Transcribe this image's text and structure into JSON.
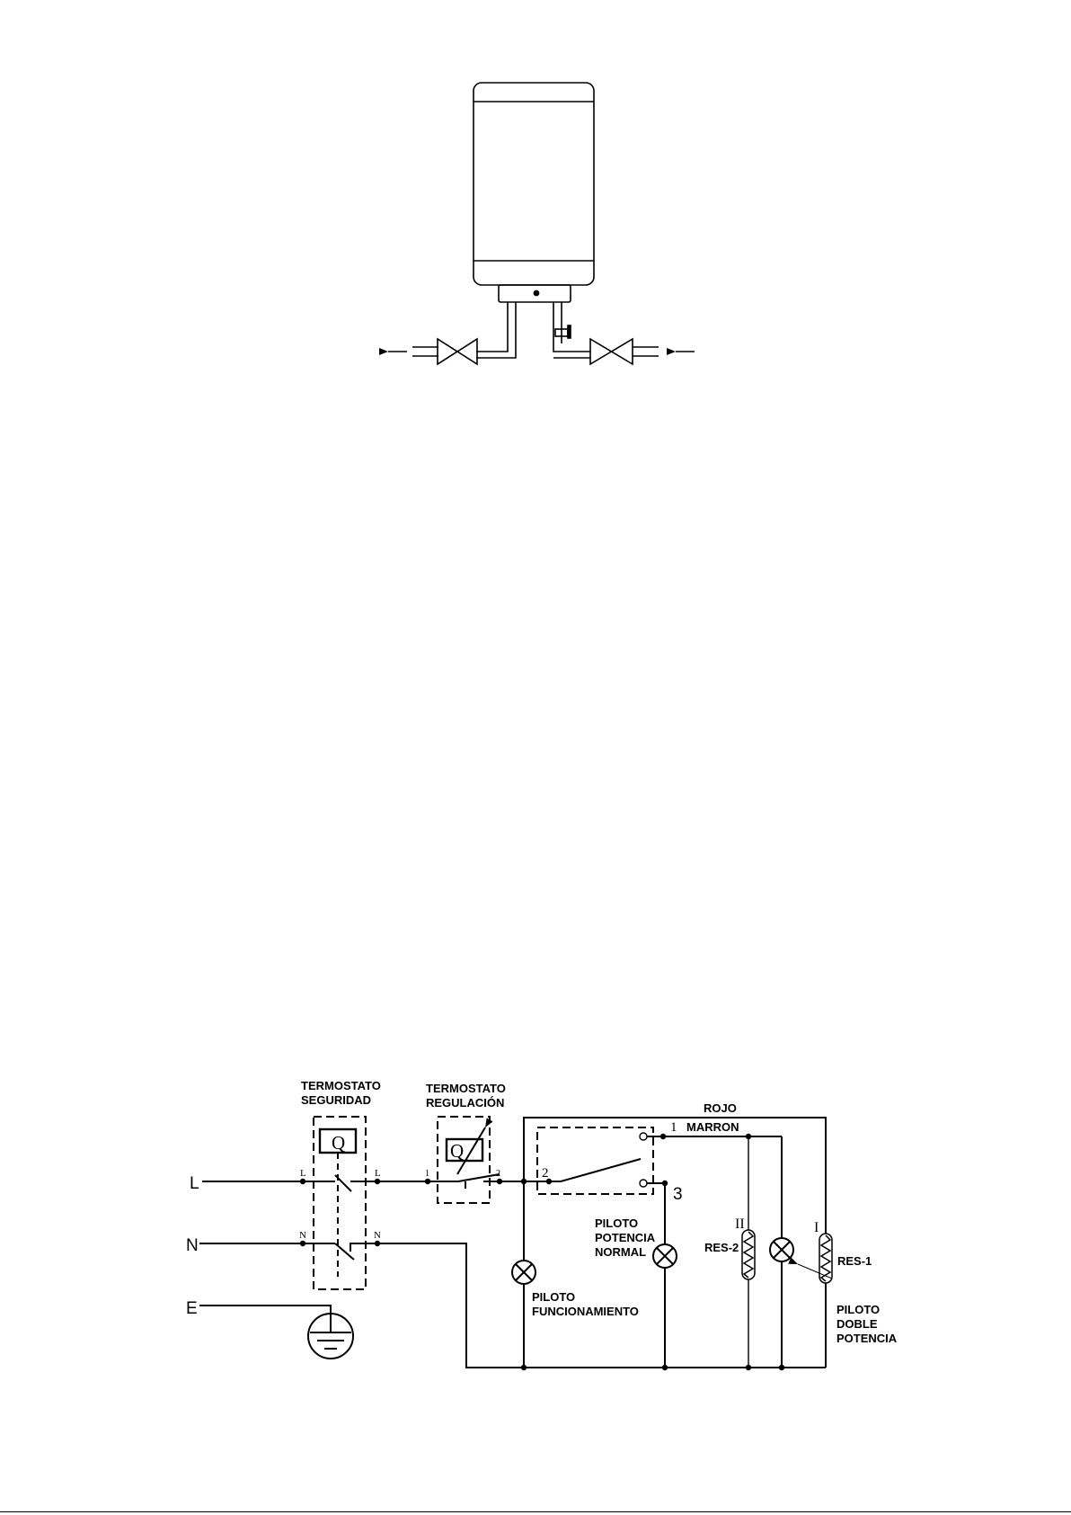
{
  "heater": {
    "outlet_arrow": "left-arrow",
    "inlet_arrow": "left-arrow"
  },
  "circuit": {
    "lines": {
      "L": "L",
      "N": "N",
      "E": "E"
    },
    "termostato_seguridad": {
      "line1": "TERMOSTATO",
      "line2": "SEGURIDAD",
      "symbol": "Q",
      "term_l_in": "L",
      "term_l_out": "L",
      "term_n_in": "N",
      "term_n_out": "N"
    },
    "termostato_regulacion": {
      "line1": "TERMOSTATO",
      "line2": "REGULACIÓN",
      "symbol": "Q",
      "term_1": "1",
      "term_2": "2"
    },
    "switch": {
      "term_1": "1",
      "term_2": "2",
      "term_3": "3"
    },
    "wires": {
      "rojo": "ROJO",
      "marron": "MARRON"
    },
    "piloto_funcionamiento": {
      "line1": "PILOTO",
      "line2": "FUNCIONAMIENTO"
    },
    "piloto_potencia_normal": {
      "line1": "PILOTO",
      "line2": "POTENCIA",
      "line3": "NORMAL"
    },
    "piloto_doble_potencia": {
      "line1": "PILOTO",
      "line2": "DOBLE",
      "line3": "POTENCIA"
    },
    "res2": {
      "label": "RES-2",
      "roman": "II"
    },
    "res1": {
      "label": "RES-1",
      "roman": "I"
    }
  }
}
